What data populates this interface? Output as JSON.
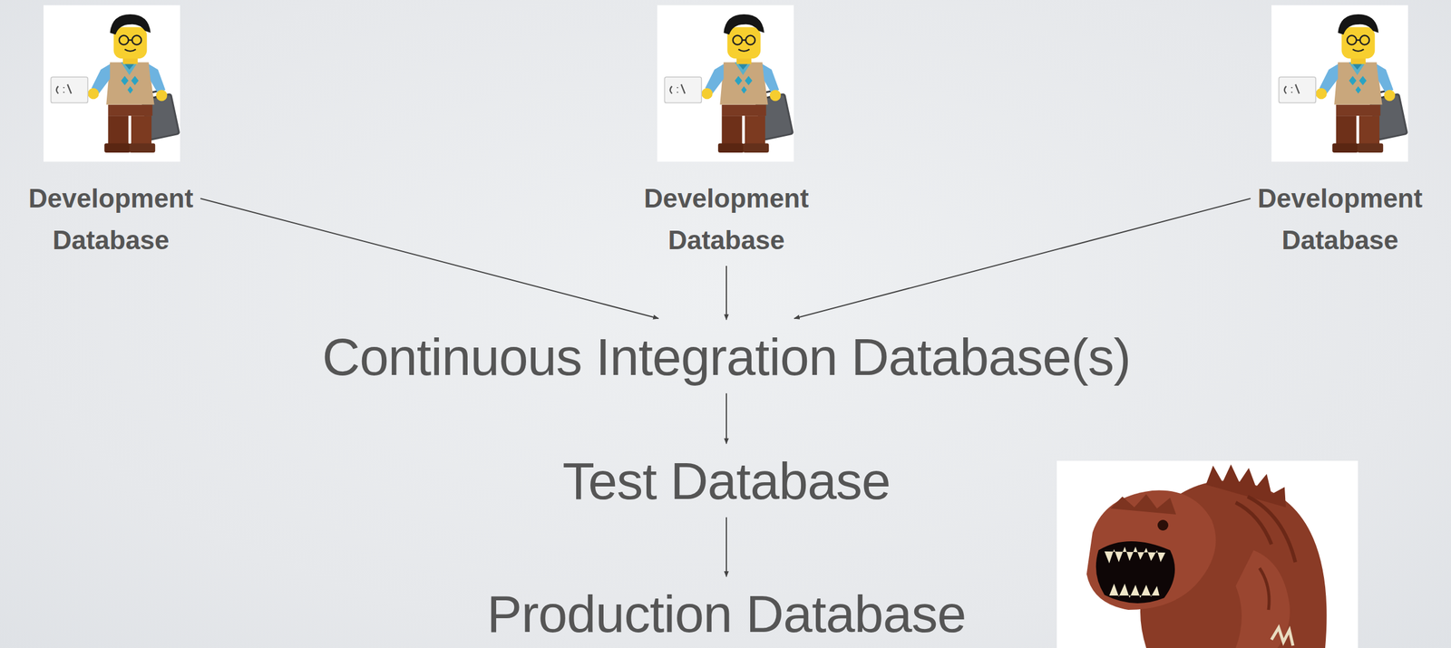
{
  "diagram": {
    "nodes": [
      {
        "text": [
          "Development Database"
        ]
      },
      {
        "text": [
          "Development Database"
        ]
      },
      {
        "text": [
          "Development Database"
        ]
      },
      {
        "text": [
          "Continuous Integration Database(s)"
        ]
      },
      {
        "text": [
          "Test Database"
        ]
      },
      {
        "text": [
          "Production Database"
        ]
      }
    ],
    "edges": [
      {
        "from": 0,
        "to": 3,
        "arrow": "to"
      },
      {
        "from": 1,
        "to": 3,
        "arrow": "to"
      },
      {
        "from": 2,
        "to": 3,
        "arrow": "to"
      },
      {
        "from": 3,
        "to": 4,
        "arrow": "to"
      },
      {
        "from": 4,
        "to": 5,
        "arrow": "to"
      }
    ]
  }
}
